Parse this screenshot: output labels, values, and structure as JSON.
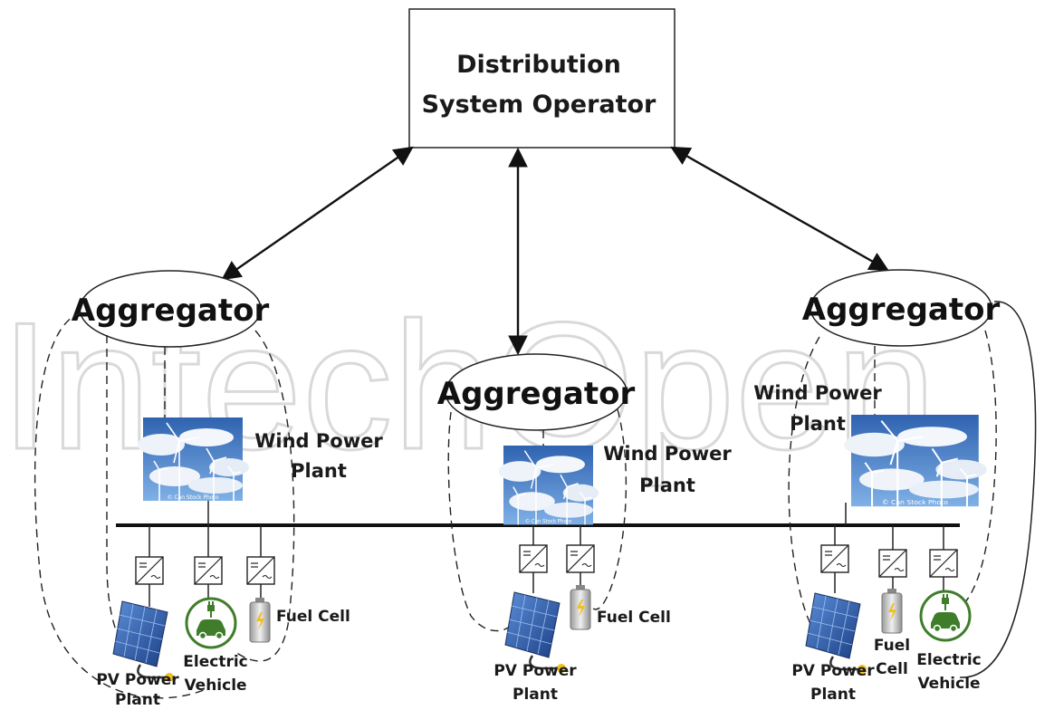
{
  "watermark": "IntechOpen",
  "dso": {
    "line1": "Distribution",
    "line2": "System Operator"
  },
  "aggregators": [
    {
      "label": "Aggregator"
    },
    {
      "label": "Aggregator"
    },
    {
      "label": "Aggregator"
    }
  ],
  "groups": {
    "left": {
      "wind_line1": "Wind Power",
      "wind_line2": "Plant",
      "pv_line1": "PV Power",
      "pv_line2": "Plant",
      "ev_line1": "Electric",
      "ev_line2": "Vehicle",
      "fuel": "Fuel Cell"
    },
    "middle": {
      "wind_line1": "Wind Power",
      "wind_line2": "Plant",
      "pv_line1": "PV Power",
      "pv_line2": "Plant",
      "fuel": "Fuel Cell"
    },
    "right": {
      "wind_line1": "Wind Power",
      "wind_line2": "Plant",
      "pv_line1": "PV Power",
      "pv_line2": "Plant",
      "fuel_line1": "Fuel",
      "fuel_line2": "Cell",
      "ev_line1": "Electric",
      "ev_line2": "Vehicle"
    }
  },
  "photo_caption": "© Can Stock Photo",
  "colors": {
    "sky": "#3f78c4",
    "cloud": "#e8eef7",
    "ev_green": "#3f7d2a",
    "pv_blue": "#2c5aa8",
    "battery": "#c9c9c9"
  }
}
